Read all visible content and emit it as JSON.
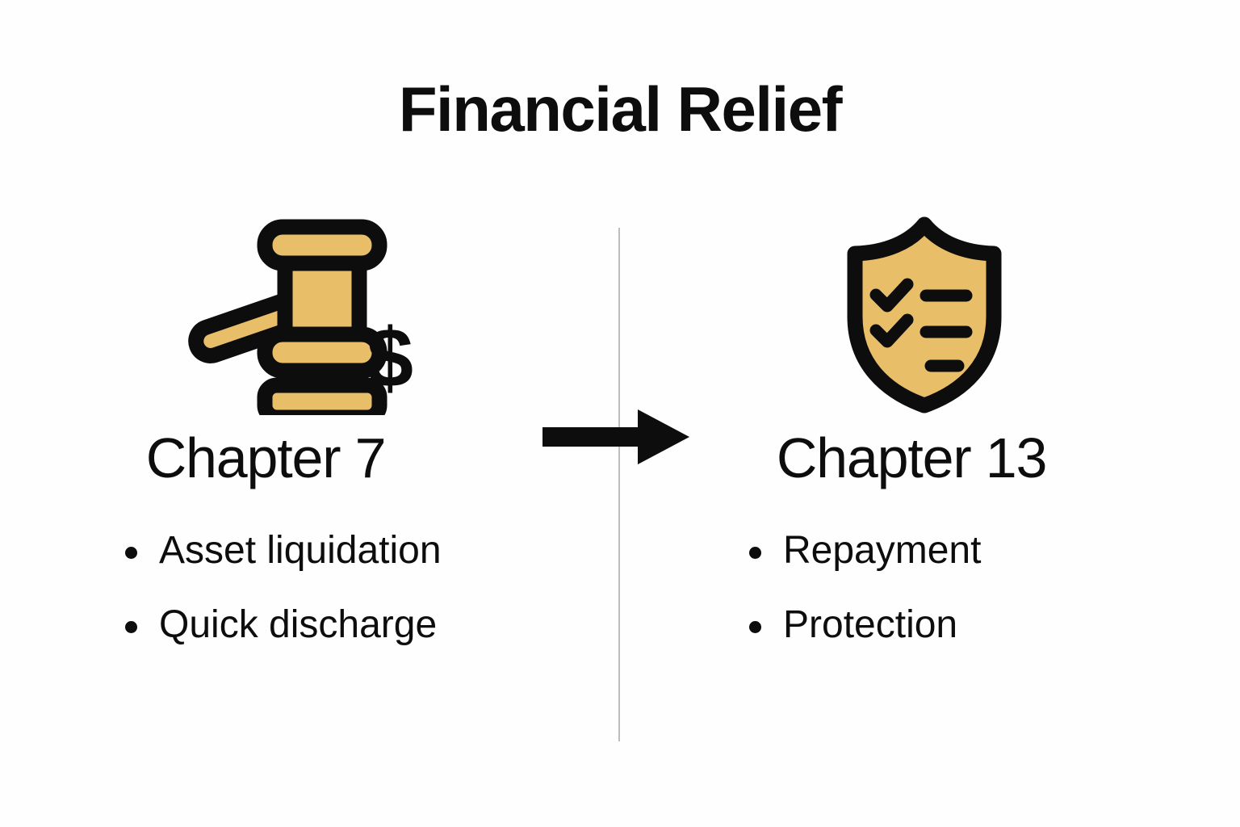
{
  "page": {
    "title": "Financial Relief",
    "background_color": "#fefefe",
    "accent_color": "#e8be69",
    "ink_color": "#0d0d0d",
    "divider_color": "#bdbdbd"
  },
  "flow": {
    "arrow_icon": "right-arrow-icon",
    "direction": "left-to-right"
  },
  "columns": [
    {
      "id": "chapter-7",
      "icon": "gavel-money-icon",
      "heading": "Chapter 7",
      "bullets": [
        "Asset liquidation",
        "Quick discharge"
      ]
    },
    {
      "id": "chapter-13",
      "icon": "shield-checklist-icon",
      "heading": "Chapter 13",
      "bullets": [
        "Repayment",
        "Protection"
      ]
    }
  ]
}
